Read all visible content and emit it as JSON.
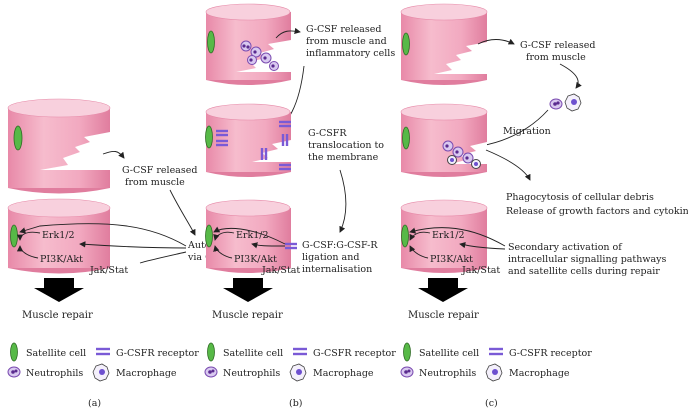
{
  "colors": {
    "muscle": "#f0a6bd",
    "muscle_dark": "#e68aa8",
    "muscle_top": "#f8d0dd",
    "satellite": "#57b947",
    "receptor": "#7a5ad6",
    "neutrophil": "#7a4bb0",
    "arrow_fill": "#000000"
  },
  "panels": [
    {
      "caption": "(a)",
      "annotations": {
        "release": [
          "G-CSF released",
          "from muscle"
        ],
        "functions": [
          "Autocrine functions",
          "via G-CSFR receptor"
        ]
      },
      "signalling": {
        "erk": "Erk1/2",
        "pi3k": "PI3K/Akt",
        "jak": "Jak/Stat"
      },
      "outcome": "Muscle repair"
    },
    {
      "caption": "(b)",
      "annotations": {
        "release": [
          "G-CSF released",
          "from muscle and",
          "inflammatory cells"
        ],
        "translocation": [
          "G-CSFR",
          "translocation to",
          "the membrane"
        ],
        "ligation": [
          "G-CSF:G-CSF-R",
          "ligation and",
          "internalisation"
        ]
      },
      "signalling": {
        "erk": "Erk1/2",
        "pi3k": "PI3K/Akt",
        "jak": "Jak/Stat"
      },
      "outcome": "Muscle repair"
    },
    {
      "caption": "(c)",
      "annotations": {
        "release": [
          "G-CSF released",
          "from muscle"
        ],
        "migration": "Migration",
        "phago": [
          "Phagocytosis of cellular debris",
          "Release of growth factors and cytokines"
        ],
        "secondary": [
          "Secondary activation of",
          "intracellular signalling pathways",
          "and satellite cells during repair"
        ]
      },
      "signalling": {
        "erk": "Erk1/2",
        "pi3k": "PI3K/Akt",
        "jak": "Jak/Stat"
      },
      "outcome": "Muscle repair"
    }
  ],
  "legend": {
    "satellite_cell": "Satellite cell",
    "gcsfr_receptor": "G-CSFR receptor",
    "neutrophils": "Neutrophils",
    "macrophage": "Macrophage"
  }
}
